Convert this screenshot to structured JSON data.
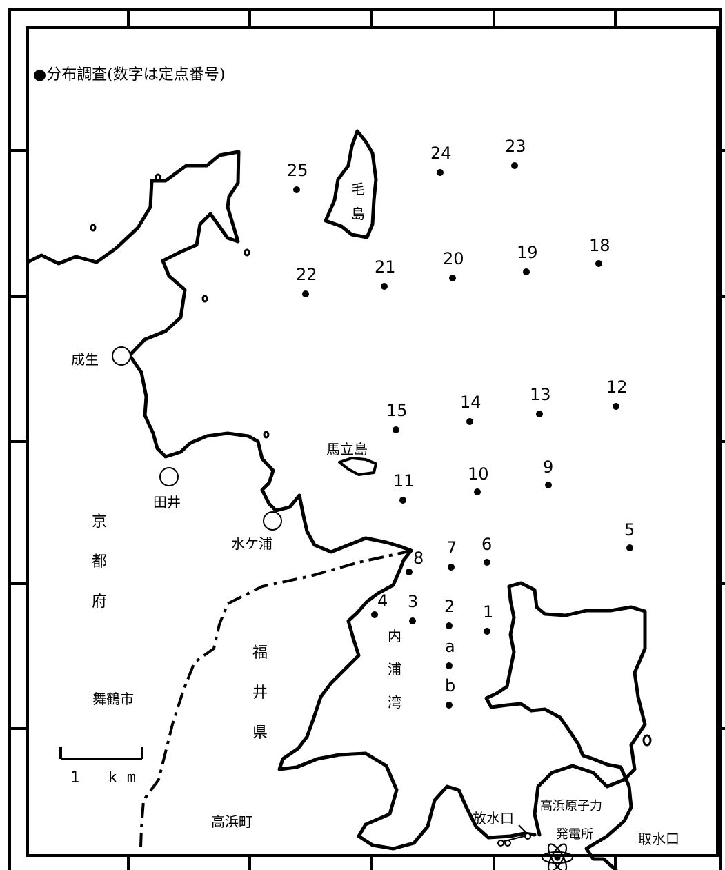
{
  "title": "●分布調査(数字は定点番号)",
  "places": {
    "naruo": "成生",
    "tai": "田井",
    "mizugaura": "水ケ浦",
    "kyoto": "京都府",
    "maizuru": "舞鶴市",
    "fukui": "福井県",
    "takahama_town": "高浜町",
    "kejima": "毛島",
    "umatate": "馬立島",
    "uchiura": "内浦湾",
    "outlet": "放水口",
    "intake": "取水口",
    "plant_line1": "高浜原子力",
    "plant_line2": "発電所"
  },
  "scale_label": "1 km",
  "stations": [
    "1",
    "2",
    "3",
    "4",
    "5",
    "6",
    "7",
    "8",
    "9",
    "10",
    "11",
    "12",
    "13",
    "14",
    "15",
    "18",
    "19",
    "20",
    "21",
    "22",
    "23",
    "24",
    "25",
    "a",
    "b"
  ],
  "icons": {
    "plant": "atom-icon",
    "town": "circle-marker-icon"
  }
}
